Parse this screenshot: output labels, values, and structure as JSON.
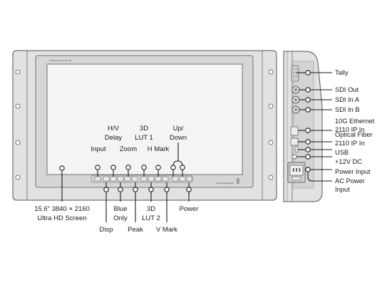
{
  "front_panel": {
    "brand_text": "SmartView ULTRA HD",
    "logo_text": "Blackmagicdesign",
    "screen_label_line1": "15.6\" 3840 × 2160",
    "screen_label_line2": "Ultra HD Screen",
    "top_labels": {
      "input": "Input",
      "hv_delay_line1": "H/V",
      "hv_delay_line2": "Delay",
      "zoom": "Zoom",
      "lut1_line1": "3D",
      "lut1_line2": "LUT 1",
      "h_mark": "H Mark",
      "updown_line1": "Up/",
      "updown_line2": "Down"
    },
    "bottom_labels": {
      "disp": "Disp",
      "blue_only_line1": "Blue",
      "blue_only_line2": "Only",
      "peak": "Peak",
      "lut2_line1": "3D",
      "lut2_line2": "LUT 2",
      "v_mark": "V Mark",
      "power": "Power"
    }
  },
  "side_panel": {
    "labels": {
      "tally": "Tally",
      "sdi_out": "SDI Out",
      "sdi_in_a": "SDI In A",
      "sdi_in_b": "SDI In B",
      "ethernet_line1": "10G Ethernet",
      "ethernet_line2": "2110 IP In",
      "fiber_line1": "Optical Fiber",
      "fiber_line2": "2110 IP In",
      "usb": "USB",
      "dc": "+12V DC",
      "power_input": "Power Input",
      "ac_line1": "AC Power",
      "ac_line2": "Input"
    }
  },
  "colors": {
    "panel_fill": "#e2e2e2",
    "panel_stroke": "#555555",
    "screen_fill": "#f4f4f4",
    "line": "#1a1a1a"
  }
}
